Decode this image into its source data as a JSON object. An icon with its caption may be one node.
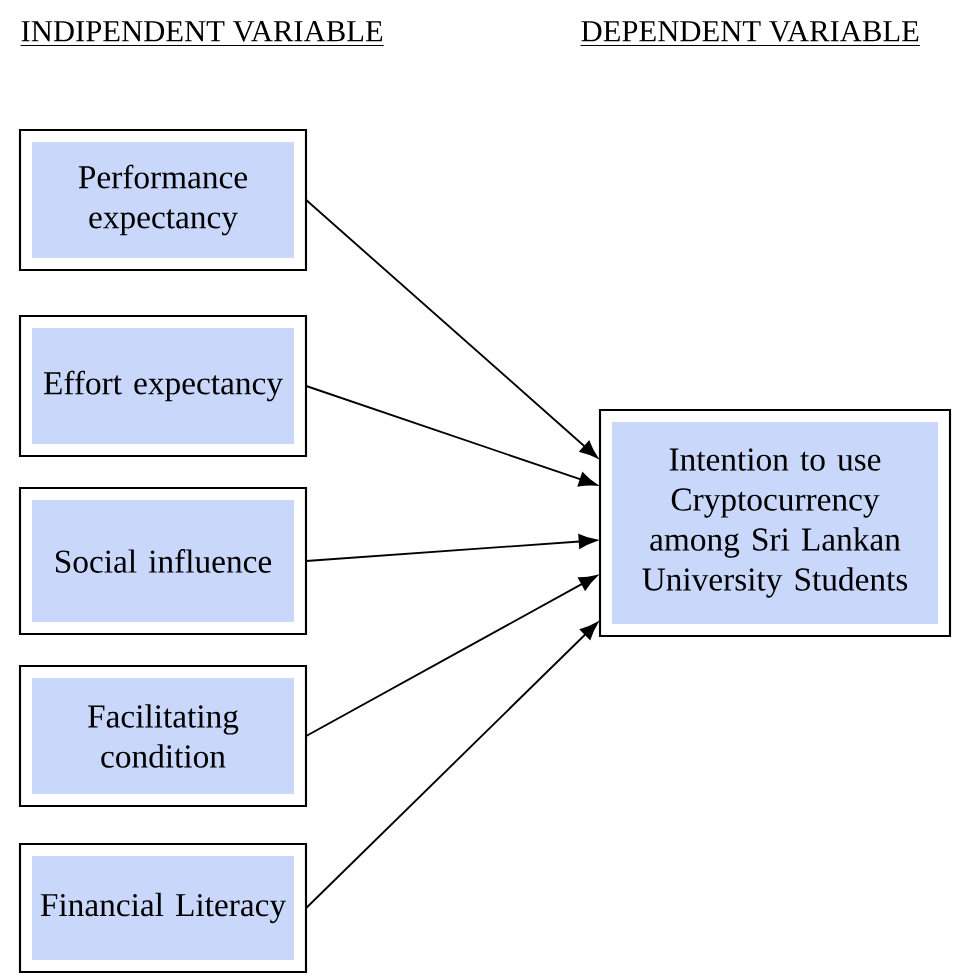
{
  "diagram": {
    "nodes": [
      {
        "text": [
          "Performance expectancy"
        ]
      },
      {
        "text": [
          "Effort expectancy"
        ]
      },
      {
        "text": [
          "Social influence"
        ]
      },
      {
        "text": [
          "Facilitating condition"
        ]
      },
      {
        "text": [
          "Financial Literacy"
        ]
      },
      {
        "text": [
          "Intention to use Cryptocurrency among Sri Lankan University Students"
        ]
      }
    ],
    "edges": [
      {
        "from": 0,
        "to": 5,
        "arrow": "to"
      },
      {
        "from": 1,
        "to": 5,
        "arrow": "to"
      },
      {
        "from": 2,
        "to": 5,
        "arrow": "to"
      },
      {
        "from": 3,
        "to": 5,
        "arrow": "to"
      },
      {
        "from": 4,
        "to": 5,
        "arrow": "to"
      }
    ],
    "labels": [
      "INDIPENDENT VARIABLE",
      "DEPENDENT VARIABLE"
    ]
  }
}
